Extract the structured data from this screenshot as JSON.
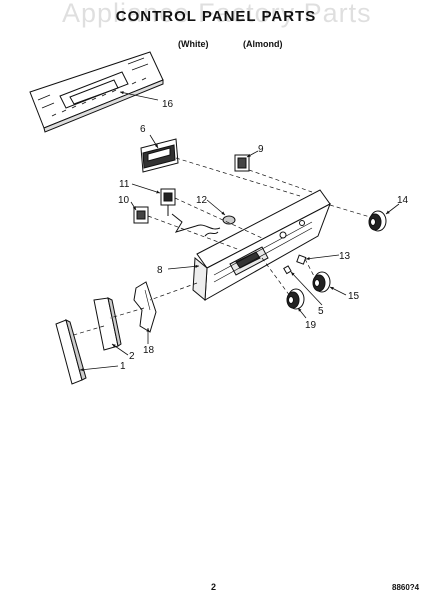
{
  "header": {
    "title": "CONTROL PANEL PARTS",
    "subtitle": "",
    "variant_white": "(White)",
    "variant_almond": "(Almond)"
  },
  "watermark": "Appliance Factory Parts",
  "callouts": {
    "c1": "1",
    "c2": "2",
    "c5": "5",
    "c6": "6",
    "c8": "8",
    "c9": "9",
    "c10": "10",
    "c11": "11",
    "c12": "12",
    "c13": "13",
    "c14": "14",
    "c15": "15",
    "c16": "16",
    "c18": "18",
    "c19": "19"
  },
  "footer": {
    "page_number": "2",
    "doc_number": "8860?4"
  }
}
